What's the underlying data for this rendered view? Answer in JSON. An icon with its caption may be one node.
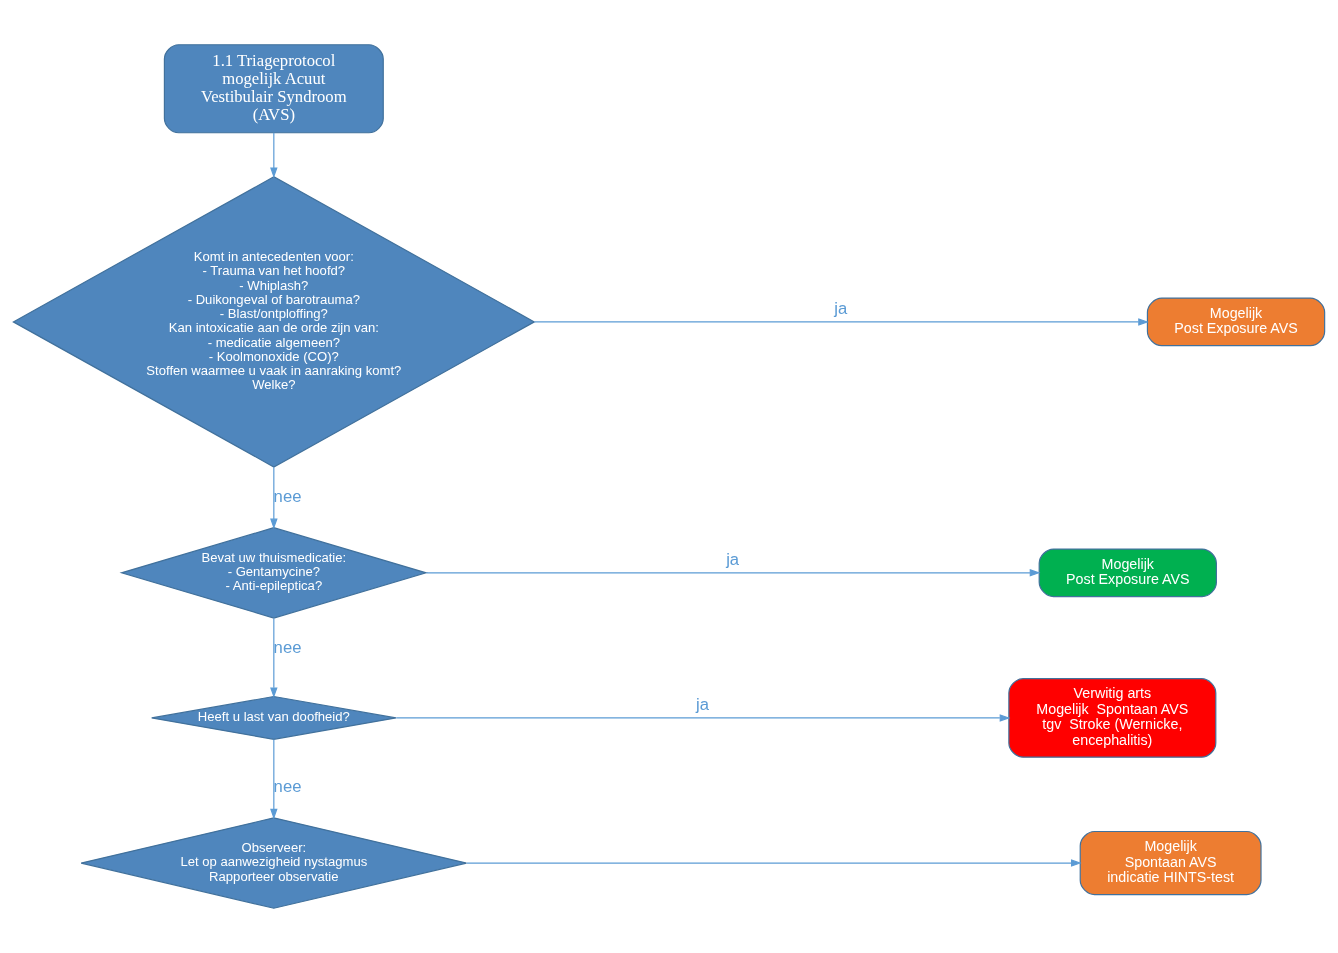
{
  "diagram": {
    "nodes": [
      {
        "text": [
          "1.1 Triageprotocol mogelijk Acuut Vestibulair Syndroom (AVS)"
        ]
      },
      {
        "text": [
          "Komt in antecedenten voor:",
          "- Trauma van het hoofd?",
          "- Whiplash?",
          "- Duikongeval of barotrauma?",
          "- Blast/ontploffing?",
          "Kan intoxicatie aan de orde zijn van:",
          "- medicatie algemeen?",
          "- Koolmonoxide (CO)?",
          "Stoffen waarmee u vaak in aanraking komt?",
          "Welke?"
        ]
      },
      {
        "text": [
          "Mogelijk",
          "Post Exposure AVS"
        ]
      },
      {
        "text": [
          "Bevat uw thuismedicatie:",
          "- Gentamycine?",
          "- Anti-epileptica?"
        ]
      },
      {
        "text": [
          "Mogelijk",
          "Post Exposure AVS"
        ]
      },
      {
        "text": [
          "Heeft u last van doofheid?"
        ]
      },
      {
        "text": [
          "Verwitig arts",
          "Mogelijk  Spontaan AVS",
          "tgv  Stroke (Wernicke, encephalitis)"
        ]
      },
      {
        "text": [
          "Observeer:",
          "Let op aanwezigheid nystagmus",
          "Rapporteer observatie"
        ]
      },
      {
        "text": [
          "Mogelijk",
          "Spontaan AVS",
          "indicatie HINTS-test"
        ]
      }
    ],
    "edges": [
      {
        "from": 0,
        "to": 1,
        "arrow": "to"
      },
      {
        "from": 1,
        "to": 2,
        "arrow": "to",
        "label": "ja"
      },
      {
        "from": 1,
        "to": 3,
        "arrow": "to",
        "label": "nee"
      },
      {
        "from": 3,
        "to": 4,
        "arrow": "to",
        "label": "ja"
      },
      {
        "from": 3,
        "to": 5,
        "arrow": "to",
        "label": "nee"
      },
      {
        "from": 5,
        "to": 6,
        "arrow": "to",
        "label": "ja"
      },
      {
        "from": 5,
        "to": 7,
        "arrow": "to",
        "label": "nee"
      },
      {
        "from": 7,
        "to": 8,
        "arrow": "to"
      }
    ]
  }
}
